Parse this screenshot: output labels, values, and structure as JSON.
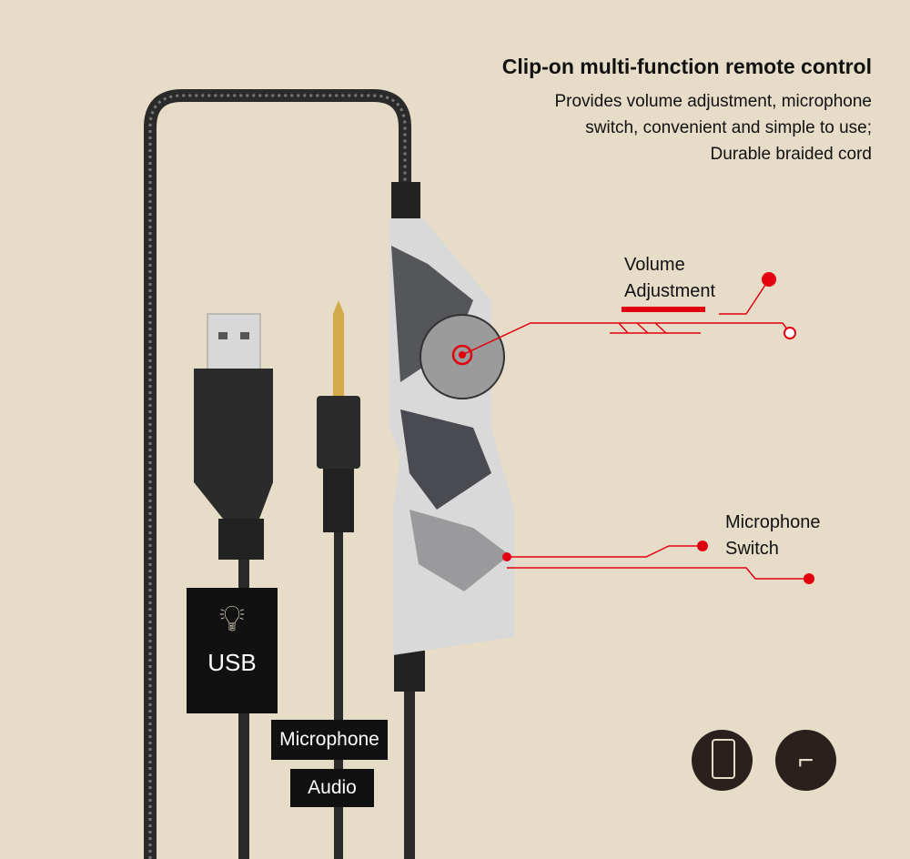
{
  "heading": {
    "title": "Clip-on multi-function remote control",
    "lines": [
      "Provides volume adjustment, microphone",
      "switch, convenient and simple to use;",
      "Durable braided cord"
    ]
  },
  "callouts": {
    "volume": [
      "Volume",
      "Adjustment"
    ],
    "mic": [
      "Microphone",
      "Switch"
    ]
  },
  "labels": {
    "usb": "USB",
    "microphone": "Microphone",
    "audio": "Audio"
  },
  "icons": [
    "phone-gamepad-icon",
    "soldier-rifle-icon"
  ],
  "colors": {
    "background": "#e6dcc8",
    "accent": "#e3000f",
    "dark": "#111111"
  }
}
